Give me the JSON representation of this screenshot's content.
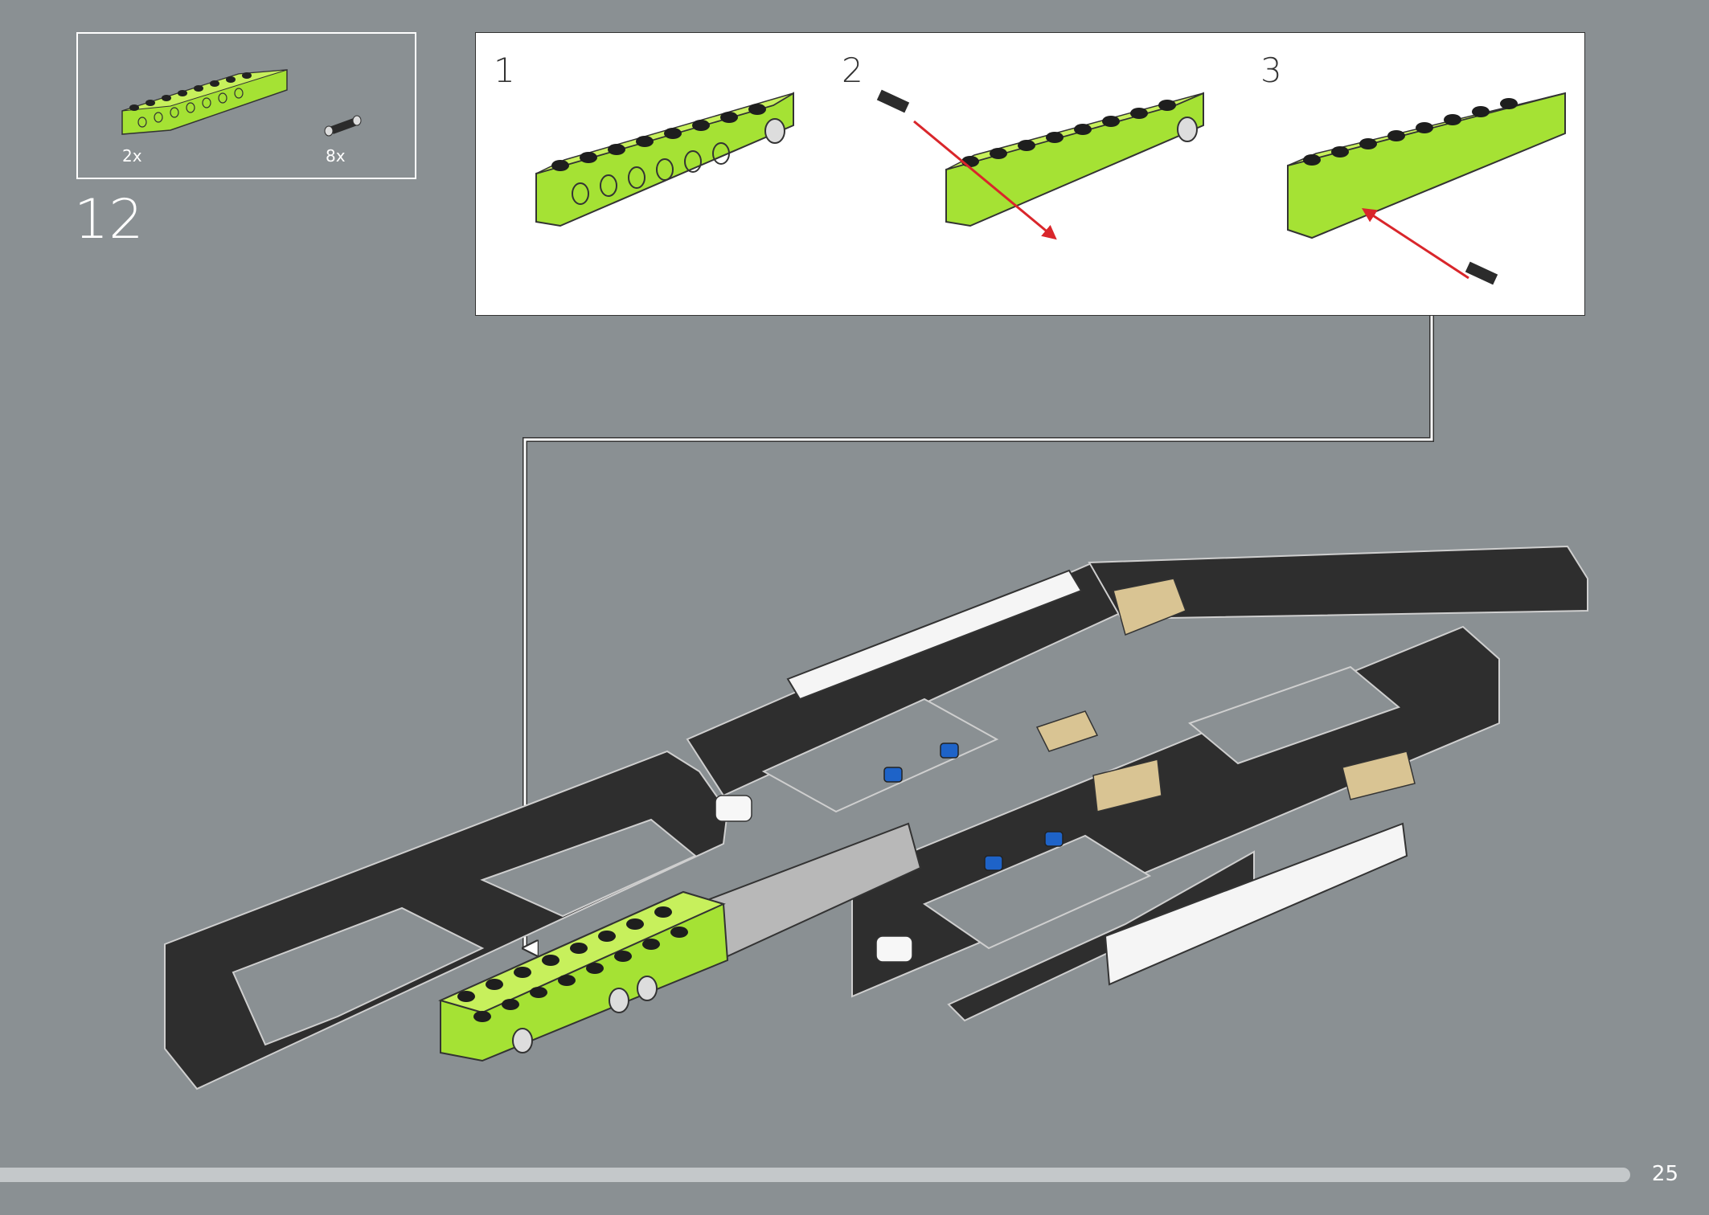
{
  "step": {
    "number": "12"
  },
  "parts": [
    {
      "name": "lime-technic-beam",
      "qty": "2x",
      "color": "#a5e234"
    },
    {
      "name": "friction-pin",
      "qty": "8x",
      "color": "#2b2b2b"
    }
  ],
  "substeps": [
    {
      "label": "1"
    },
    {
      "label": "2"
    },
    {
      "label": "3"
    }
  ],
  "colors": {
    "background": "#8a9093",
    "lime": "#a5e234",
    "dark-beam": "#2e2e2e",
    "tan": "#d9c493",
    "blue-pin": "#1e63c8",
    "arrow-red": "#d9262b"
  },
  "page": {
    "number": "25"
  }
}
